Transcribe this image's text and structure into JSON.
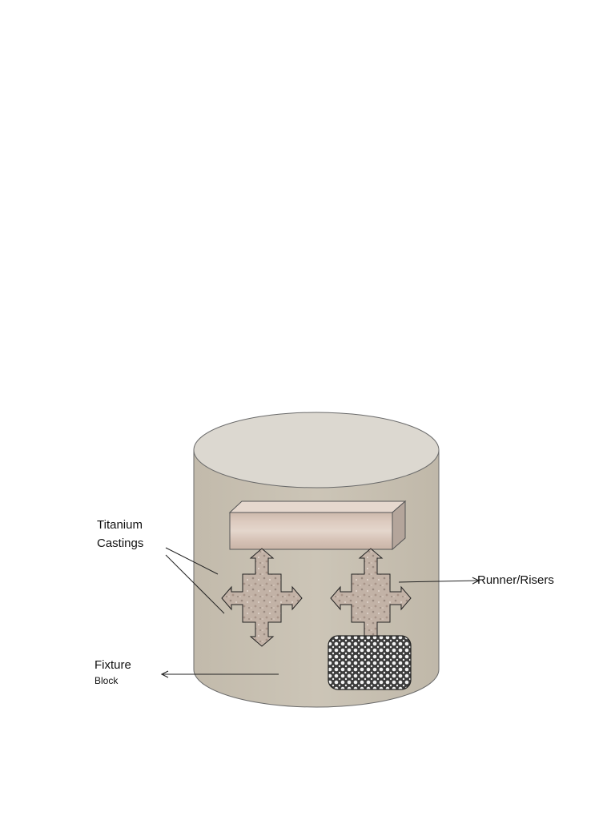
{
  "labels": {
    "titanium_line1": "Titanium",
    "titanium_line2": "Castings",
    "runner_risers": "Runner/Risers",
    "fixture_line1": "Fixture",
    "fixture_line2": "Block"
  },
  "colors": {
    "cylinder_body": "#c8c0b2",
    "cylinder_top": "#dcd8d0",
    "bar_face": "#dbc8bc",
    "bar_top": "#e6d8ce",
    "bar_side": "#b4a59b",
    "casting_fill": "#c2b2a6",
    "mesh_fill": "#3a3a3a",
    "outline": "#555555",
    "leader_line": "#222222"
  },
  "shapes": {
    "container": "cylinder",
    "runner_bar": "rectangular-prism",
    "castings": "four-way-arrow",
    "fixture_block": "rounded-rectangle-mesh"
  }
}
